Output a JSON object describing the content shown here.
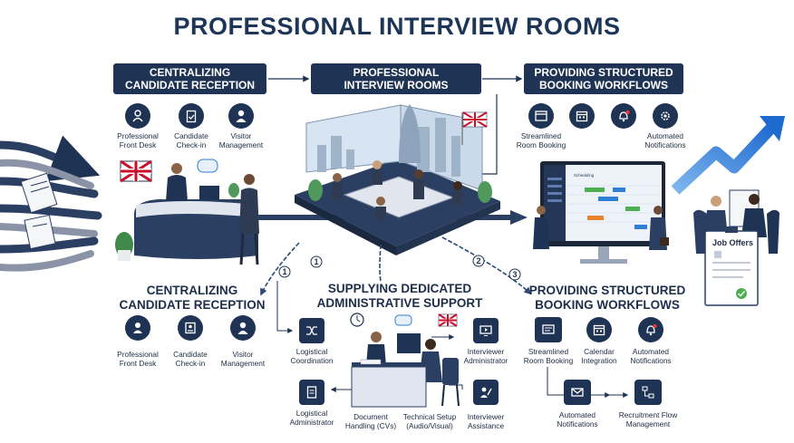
{
  "title": "PROFESSIONAL INTERVIEW ROOMS",
  "top": {
    "left_box": [
      "CENTRALIZING",
      "CANDIDATE RECEPTION"
    ],
    "center_box": [
      "PROFESSIONAL",
      "INTERVIEW ROOMS"
    ],
    "right_box": [
      "PROVIDING STRUCTURED",
      "BOOKING WORKFLOWS"
    ],
    "left_icons": [
      {
        "icon": "receptionist-icon",
        "label": [
          "Professional",
          "Front Desk"
        ]
      },
      {
        "icon": "clipboard-check-icon",
        "label": [
          "Candidate",
          "Check-in"
        ]
      },
      {
        "icon": "visitor-person-icon",
        "label": [
          "Visitor",
          "Management"
        ]
      }
    ],
    "right_icons": [
      {
        "icon": "browser-window-icon",
        "label": [
          "Streamlined",
          "Room Booking"
        ]
      },
      {
        "icon": "calendar-icon",
        "label": []
      },
      {
        "icon": "bell-icon",
        "label": []
      },
      {
        "icon": "gear-bulb-icon",
        "label": [
          "Automated",
          "Notifications"
        ]
      }
    ],
    "screen_title": "Scheduling",
    "screen_header": "Scheduling",
    "job_offers": "Job Offers"
  },
  "numbers": [
    "1",
    "1",
    "2",
    "3"
  ],
  "bottom": {
    "left_header": [
      "CENTRALIZING",
      "CANDIDATE RECEPTION"
    ],
    "center_header": [
      "SUPPLYING DEDICATED",
      "ADMINISTRATIVE SUPPORT"
    ],
    "right_header": [
      "PROVIDING STRUCTURED",
      "BOOKING WORKFLOWS"
    ],
    "left_icons": [
      {
        "icon": "receptionist-icon",
        "label": [
          "Professional",
          "Front Desk"
        ]
      },
      {
        "icon": "id-card-icon",
        "label": [
          "Candidate",
          "Check-in"
        ]
      },
      {
        "icon": "visitor-person-icon",
        "label": [
          "Visitor",
          "Management"
        ]
      }
    ],
    "center_icons": [
      {
        "icon": "shuffle-icon",
        "label": [
          "Logistical",
          "Coordination"
        ]
      },
      {
        "icon": "document-icon",
        "label": [
          "Logistical",
          "Administrator"
        ]
      },
      {
        "label": [
          "Document",
          "Handling (CVs)"
        ]
      },
      {
        "label": [
          "Technical Setup",
          "(Audio/Visual)"
        ]
      },
      {
        "icon": "monitor-play-icon",
        "label": [
          "Interviewer",
          "Administrator"
        ]
      },
      {
        "icon": "pen-person-icon",
        "label": [
          "Interviewer",
          "Assistance"
        ]
      }
    ],
    "right_icons": [
      {
        "icon": "monitor-list-icon",
        "label": [
          "Streamlined",
          "Room Booking"
        ]
      },
      {
        "icon": "calendar-icon",
        "label": [
          "Calendar",
          "Integration"
        ]
      },
      {
        "icon": "alert-bell-icon",
        "label": [
          "Automated",
          "Notifications"
        ]
      },
      {
        "icon": "envelope-icon",
        "label": [
          "Automated",
          "Notifications"
        ]
      },
      {
        "icon": "flow-icon",
        "label": [
          "Recruitment Flow",
          "Management"
        ]
      }
    ]
  },
  "colors": {
    "navy": "#1f3354",
    "accent_blue": "#2f7fd6",
    "slate": "#44597a",
    "white": "#ffffff"
  }
}
